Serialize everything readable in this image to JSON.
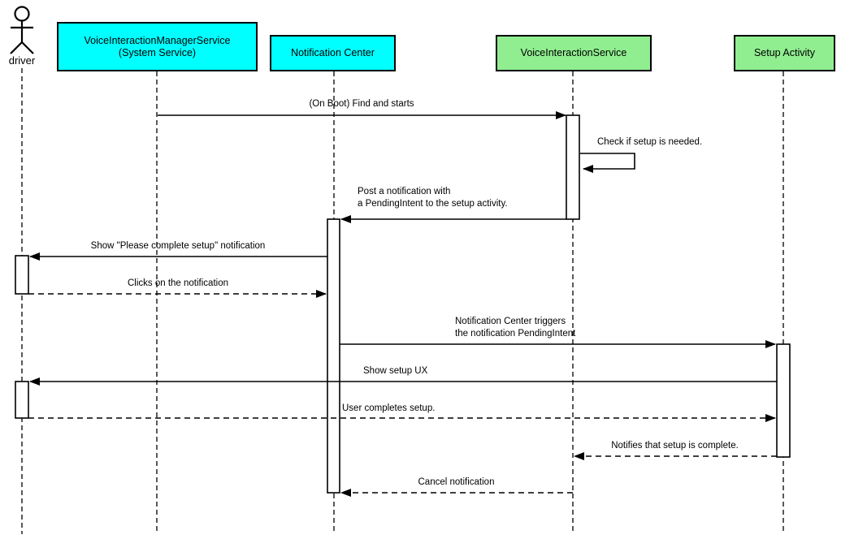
{
  "diagram": {
    "type": "uml-sequence-diagram",
    "colors": {
      "system_box_fill": "#00FFFF",
      "app_box_fill": "#90EE90",
      "line": "#000000",
      "background": "#FFFFFF"
    },
    "actor": {
      "label": "driver"
    },
    "participants": [
      {
        "id": "vims",
        "label": "VoiceInteractionManagerService\n(System Service)",
        "type": "system"
      },
      {
        "id": "nc",
        "label": "Notification Center",
        "type": "system"
      },
      {
        "id": "vis",
        "label": "VoiceInteractionService",
        "type": "app"
      },
      {
        "id": "sa",
        "label": "Setup Activity",
        "type": "app"
      }
    ],
    "messages": [
      {
        "text": "(On Boot) Find and starts",
        "from": "VoiceInteractionManagerService (System Service)",
        "to": "VoiceInteractionService",
        "line": "solid"
      },
      {
        "text": "Check if setup is needed.",
        "from": "VoiceInteractionService",
        "to": "VoiceInteractionService",
        "line": "solid",
        "self": true
      },
      {
        "text": "Post a notification with\na PendingIntent to the setup activity.",
        "from": "VoiceInteractionService",
        "to": "Notification Center",
        "line": "solid"
      },
      {
        "text": "Show \"Please complete setup\" notification",
        "from": "Notification Center",
        "to": "driver",
        "line": "solid"
      },
      {
        "text": "Clicks on the notification",
        "from": "driver",
        "to": "Notification Center",
        "line": "dashed"
      },
      {
        "text": "Notification Center triggers\nthe notification PendingIntent",
        "from": "Notification Center",
        "to": "Setup Activity",
        "line": "solid"
      },
      {
        "text": "Show setup UX",
        "from": "Setup Activity",
        "to": "driver",
        "line": "solid"
      },
      {
        "text": "User completes setup.",
        "from": "driver",
        "to": "Setup Activity",
        "line": "dashed"
      },
      {
        "text": "Notifies that setup is complete.",
        "from": "Setup Activity",
        "to": "VoiceInteractionService",
        "line": "dashed"
      },
      {
        "text": "Cancel notification",
        "from": "VoiceInteractionService",
        "to": "Notification Center",
        "line": "dashed"
      }
    ]
  }
}
